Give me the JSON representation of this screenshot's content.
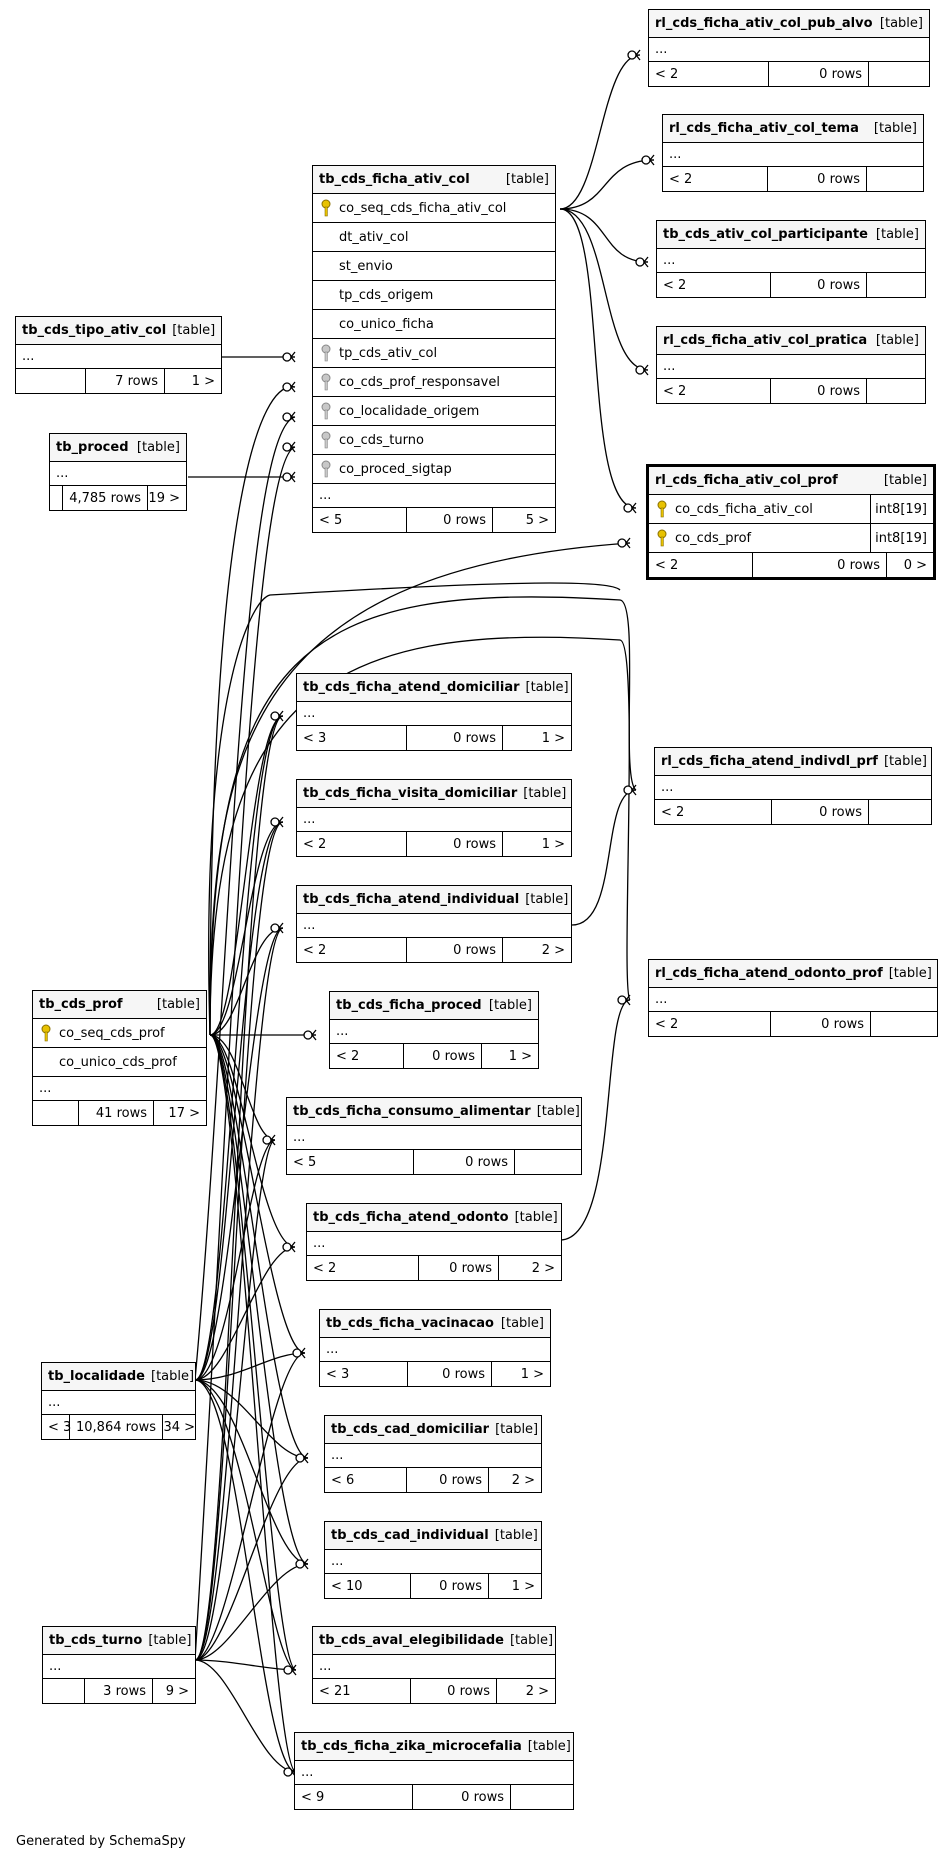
{
  "tables": {
    "rl_cds_ficha_ativ_col_pub_alvo": {
      "name": "rl_cds_ficha_ativ_col_pub_alvo",
      "tag": "[table]",
      "ellipsis": "...",
      "parents": "< 2",
      "rows": "0 rows",
      "children": ""
    },
    "rl_cds_ficha_ativ_col_tema": {
      "name": "rl_cds_ficha_ativ_col_tema",
      "tag": "[table]",
      "ellipsis": "...",
      "parents": "< 2",
      "rows": "0 rows",
      "children": ""
    },
    "tb_cds_ficha_ativ_col": {
      "name": "tb_cds_ficha_ativ_col",
      "tag": "[table]",
      "ellipsis": "...",
      "parents": "< 5",
      "rows": "0 rows",
      "children": "5 >",
      "columns": [
        "co_seq_cds_ficha_ativ_col",
        "dt_ativ_col",
        "st_envio",
        "tp_cds_origem",
        "co_unico_ficha",
        "tp_cds_ativ_col",
        "co_cds_prof_responsavel",
        "co_localidade_origem",
        "co_cds_turno",
        "co_proced_sigtap"
      ]
    },
    "tb_cds_ativ_col_participante": {
      "name": "tb_cds_ativ_col_participante",
      "tag": "[table]",
      "ellipsis": "...",
      "parents": "< 2",
      "rows": "0 rows",
      "children": ""
    },
    "tb_cds_tipo_ativ_col": {
      "name": "tb_cds_tipo_ativ_col",
      "tag": "[table]",
      "ellipsis": "...",
      "parents": "",
      "rows": "7 rows",
      "children": "1 >"
    },
    "rl_cds_ficha_ativ_col_pratica": {
      "name": "rl_cds_ficha_ativ_col_pratica",
      "tag": "[table]",
      "ellipsis": "...",
      "parents": "< 2",
      "rows": "0 rows",
      "children": ""
    },
    "tb_proced": {
      "name": "tb_proced",
      "tag": "[table]",
      "ellipsis": "...",
      "parents": "",
      "rows": "4,785 rows",
      "children": "19 >"
    },
    "rl_cds_ficha_ativ_col_prof": {
      "name": "rl_cds_ficha_ativ_col_prof",
      "tag": "[table]",
      "parents": "< 2",
      "rows": "0 rows",
      "children": "0 >",
      "columns": [
        "co_cds_ficha_ativ_col",
        "co_cds_prof"
      ],
      "types": [
        "int8[19]",
        "int8[19]"
      ]
    },
    "tb_cds_ficha_atend_domiciliar": {
      "name": "tb_cds_ficha_atend_domiciliar",
      "tag": "[table]",
      "ellipsis": "...",
      "parents": "< 3",
      "rows": "0 rows",
      "children": "1 >"
    },
    "rl_cds_ficha_atend_indivdl_prf": {
      "name": "rl_cds_ficha_atend_indivdl_prf",
      "tag": "[table]",
      "ellipsis": "...",
      "parents": "< 2",
      "rows": "0 rows",
      "children": ""
    },
    "tb_cds_ficha_visita_domiciliar": {
      "name": "tb_cds_ficha_visita_domiciliar",
      "tag": "[table]",
      "ellipsis": "...",
      "parents": "< 2",
      "rows": "0 rows",
      "children": "1 >"
    },
    "tb_cds_ficha_atend_individual": {
      "name": "tb_cds_ficha_atend_individual",
      "tag": "[table]",
      "ellipsis": "...",
      "parents": "< 2",
      "rows": "0 rows",
      "children": "2 >"
    },
    "rl_cds_ficha_atend_odonto_prof": {
      "name": "rl_cds_ficha_atend_odonto_prof",
      "tag": "[table]",
      "ellipsis": "...",
      "parents": "< 2",
      "rows": "0 rows",
      "children": ""
    },
    "tb_cds_prof": {
      "name": "tb_cds_prof",
      "tag": "[table]",
      "ellipsis": "...",
      "parents": "",
      "rows": "41 rows",
      "children": "17 >",
      "columns": [
        "co_seq_cds_prof",
        "co_unico_cds_prof"
      ]
    },
    "tb_cds_ficha_proced": {
      "name": "tb_cds_ficha_proced",
      "tag": "[table]",
      "ellipsis": "...",
      "parents": "< 2",
      "rows": "0 rows",
      "children": "1 >"
    },
    "tb_cds_ficha_consumo_alimentar": {
      "name": "tb_cds_ficha_consumo_alimentar",
      "tag": "[table]",
      "ellipsis": "...",
      "parents": "< 5",
      "rows": "0 rows",
      "children": ""
    },
    "tb_cds_ficha_atend_odonto": {
      "name": "tb_cds_ficha_atend_odonto",
      "tag": "[table]",
      "ellipsis": "...",
      "parents": "< 2",
      "rows": "0 rows",
      "children": "2 >"
    },
    "tb_cds_ficha_vacinacao": {
      "name": "tb_cds_ficha_vacinacao",
      "tag": "[table]",
      "ellipsis": "...",
      "parents": "< 3",
      "rows": "0 rows",
      "children": "1 >"
    },
    "tb_localidade": {
      "name": "tb_localidade",
      "tag": "[table]",
      "ellipsis": "...",
      "parents": "< 3",
      "rows": "10,864 rows",
      "children": "34 >"
    },
    "tb_cds_cad_domiciliar": {
      "name": "tb_cds_cad_domiciliar",
      "tag": "[table]",
      "ellipsis": "...",
      "parents": "< 6",
      "rows": "0 rows",
      "children": "2 >"
    },
    "tb_cds_cad_individual": {
      "name": "tb_cds_cad_individual",
      "tag": "[table]",
      "ellipsis": "...",
      "parents": "< 10",
      "rows": "0 rows",
      "children": "1 >"
    },
    "tb_cds_turno": {
      "name": "tb_cds_turno",
      "tag": "[table]",
      "ellipsis": "...",
      "parents": "",
      "rows": "3 rows",
      "children": "9 >"
    },
    "tb_cds_aval_elegibilidade": {
      "name": "tb_cds_aval_elegibilidade",
      "tag": "[table]",
      "ellipsis": "...",
      "parents": "< 21",
      "rows": "0 rows",
      "children": "2 >"
    },
    "tb_cds_ficha_zika_microcefalia": {
      "name": "tb_cds_ficha_zika_microcefalia",
      "tag": "[table]",
      "ellipsis": "...",
      "parents": "< 9",
      "rows": "0 rows",
      "children": ""
    }
  },
  "footer": {
    "credit": "Generated by SchemaSpy"
  },
  "colors": {
    "line": "#000000",
    "header_bg": "#f6f6f6",
    "primary_key": "#e8c200",
    "foreign_key": "#b8b8b8"
  }
}
